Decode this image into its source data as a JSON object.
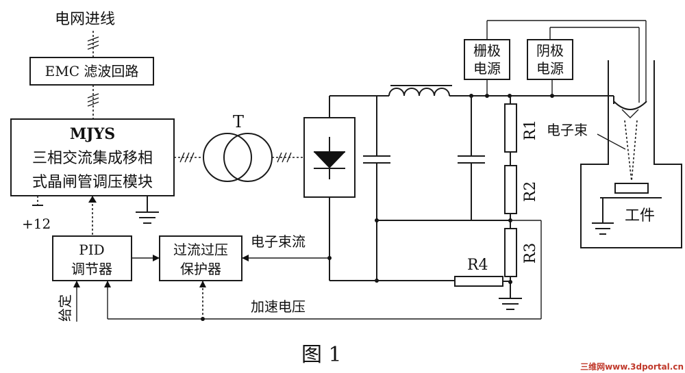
{
  "grid_input": "电网进线",
  "emc_filter": "EMC 滤波回路",
  "module": {
    "title": "MJYS",
    "line1": "三相交流集成移相",
    "line2": "式晶闸管调压模块"
  },
  "supply_plus12": "+12",
  "transformer": "T",
  "grid_supply": [
    "栅极",
    "电源"
  ],
  "cathode_supply": [
    "阴极",
    "电源"
  ],
  "resistors": [
    "R1",
    "R2",
    "R3",
    "R4"
  ],
  "electron_beam": "电子束",
  "workpiece": "工件",
  "pid": [
    "PID",
    "调节器"
  ],
  "protector": [
    "过流过压",
    "保护器"
  ],
  "beam_current": "电子束流",
  "accel_voltage": "加速电压",
  "setpoint": "给定",
  "figure_caption": "图 1",
  "watermark": "三维网www.3dportal.cn"
}
